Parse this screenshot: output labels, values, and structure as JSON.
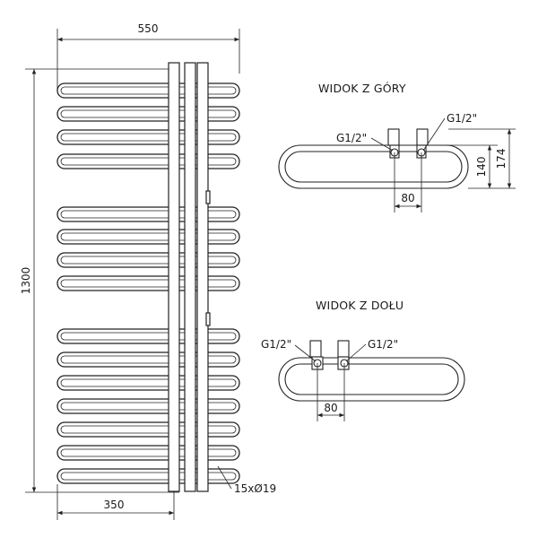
{
  "front_view": {
    "width_dim": "550",
    "height_dim": "1300",
    "connection_dim": "350",
    "tube_label": "15xØ19",
    "tube_count": 15
  },
  "top_view": {
    "title": "WIDOK Z GÓRY",
    "valve_left_label": "G1/2\"",
    "valve_right_label": "G1/2\"",
    "spacing_dim": "80",
    "depth_inner_dim": "140",
    "depth_outer_dim": "174"
  },
  "bottom_view": {
    "title": "WIDOK Z DOŁU",
    "valve_left_label": "G1/2\"",
    "valve_right_label": "G1/2\"",
    "spacing_dim": "80"
  }
}
